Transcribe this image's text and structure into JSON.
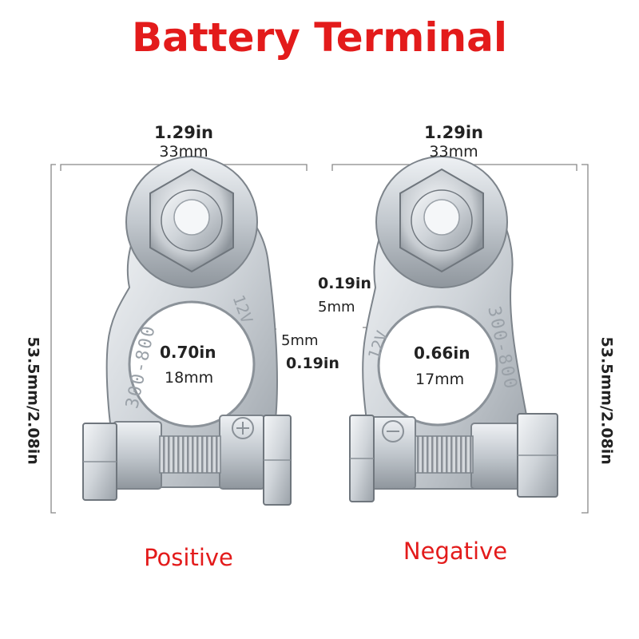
{
  "title": "Battery Terminal",
  "colors": {
    "title": "#e31b1b",
    "label": "#e31b1b",
    "metal_light": "#e9ecef",
    "metal_mid": "#c4c9cf",
    "metal_dark": "#8c939b",
    "dimension_line": "#888888"
  },
  "positive": {
    "label": "Positive",
    "width_in": "1.29in",
    "width_mm": "33mm",
    "height": "53.5mm/2.08in",
    "hole_in": "0.70in",
    "hole_mm": "18mm",
    "wall_mm": "5mm",
    "wall_in": "0.19in",
    "stamp_text": "300-800",
    "voltage_stamp": "12V"
  },
  "negative": {
    "label": "Negative",
    "width_in": "1.29in",
    "width_mm": "33mm",
    "height": "53.5mm/2.08in",
    "hole_in": "0.66in",
    "hole_mm": "17mm",
    "wall_in": "0.19in",
    "wall_mm": "5mm",
    "stamp_text": "300-800",
    "voltage_stamp": "12V"
  }
}
